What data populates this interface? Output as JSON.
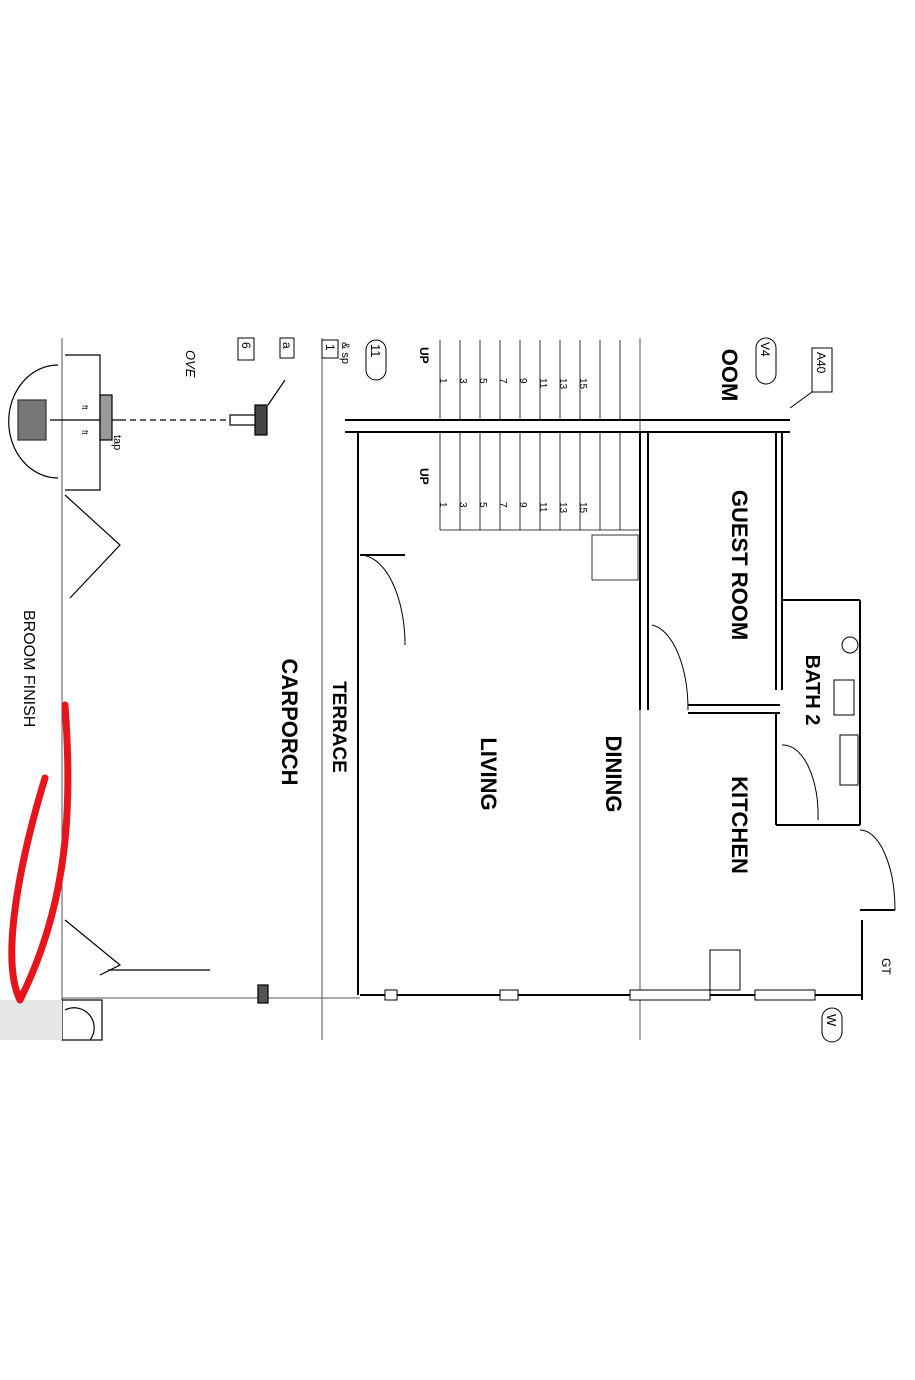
{
  "rooms": {
    "carporch": "CARPORCH",
    "terrace": "TERRACE",
    "living": "LIVING",
    "dining": "DINING",
    "guest_room": "GUEST ROOM",
    "room_partial": "OOM",
    "bath": "BATH 2",
    "kitchen": "KITCHEN"
  },
  "notes": {
    "broom_finish": "BROOM FINISH",
    "up_left": "UP",
    "up_right": "UP",
    "tap": "tap",
    "ove": "OVE",
    "ft1": "ft",
    "ft2": "ft",
    "gt": "GT",
    "sp": "& sp"
  },
  "tags": {
    "a40": "A40",
    "tag_11": "11",
    "tag_1": "1",
    "tag_6": "6",
    "tag_a": "a",
    "tag_v4": "V4",
    "tag_w": "W"
  },
  "stair_numbers_left": [
    "1",
    "3",
    "5",
    "7",
    "9",
    "11",
    "13",
    "15"
  ],
  "stair_numbers_right": [
    "1",
    "3",
    "5",
    "7",
    "9",
    "11",
    "13",
    "15"
  ],
  "markup": {
    "color": "#e8141b"
  }
}
